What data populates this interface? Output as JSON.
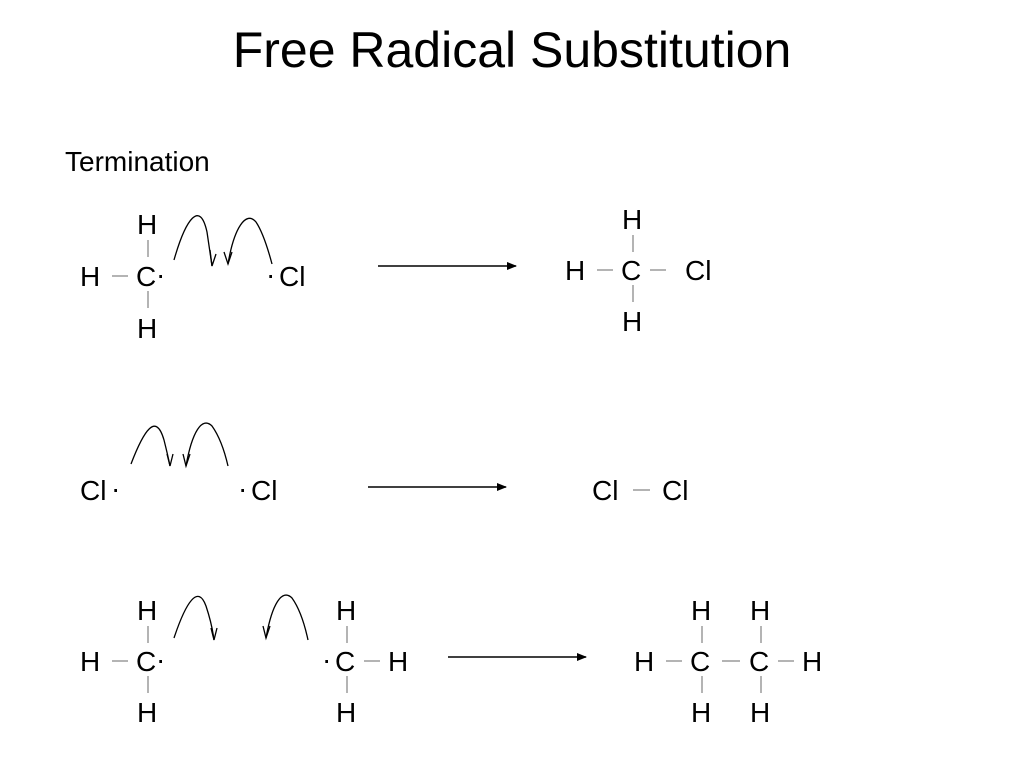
{
  "title": "Free Radical Substitution",
  "section": "Termination",
  "atoms": {
    "H": "H",
    "C": "C",
    "Cl": "Cl"
  },
  "radical_dot": "·",
  "colors": {
    "ink": "#000000",
    "bond": "#9a9a9a",
    "background": "#ffffff"
  }
}
